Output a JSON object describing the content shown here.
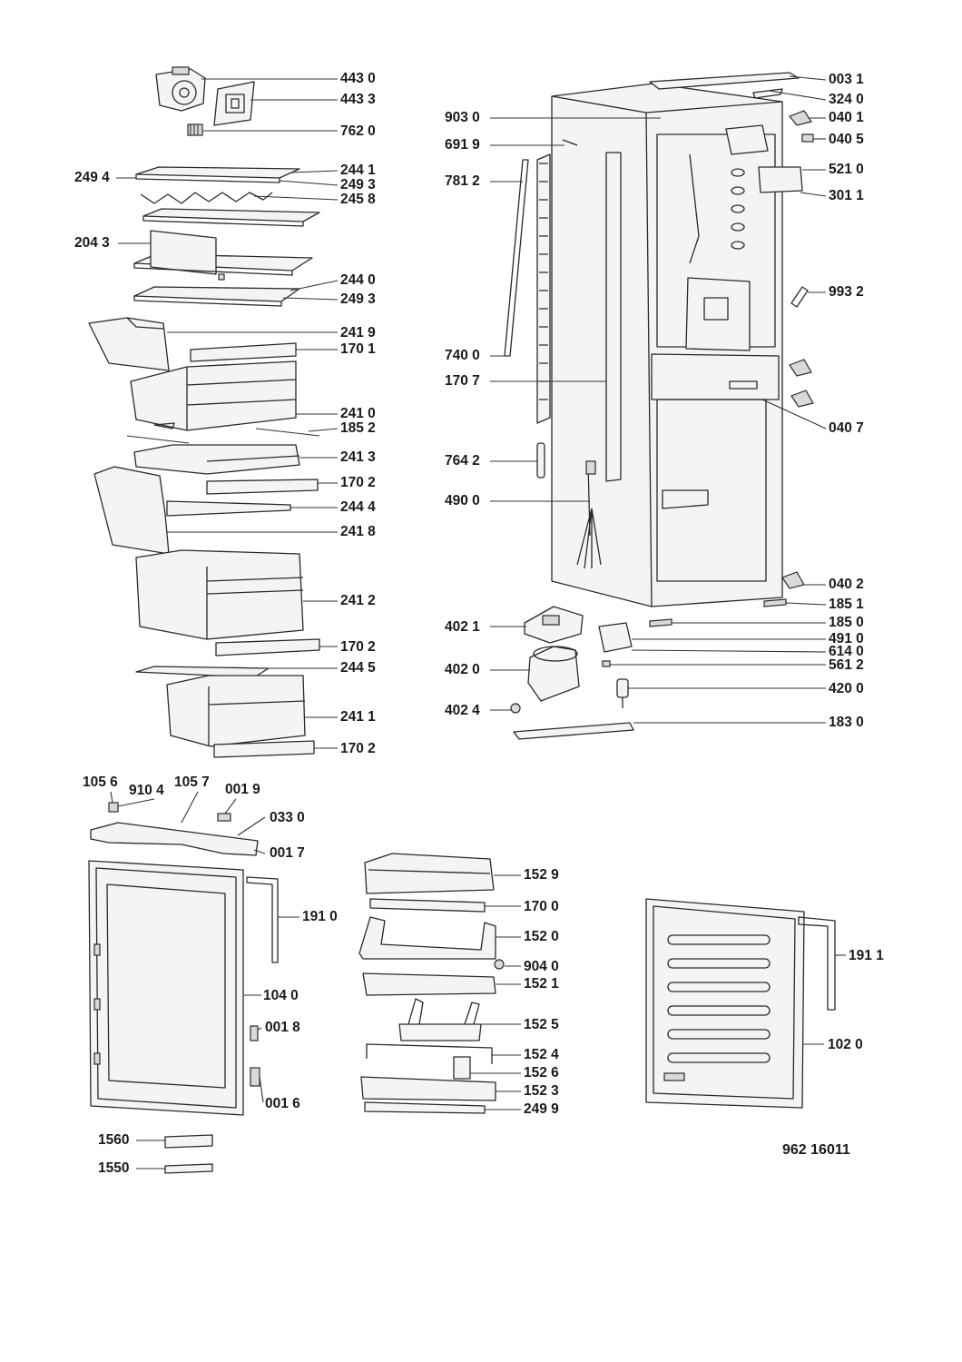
{
  "document_code": "962 16011",
  "callouts": [
    {
      "id": "c4430",
      "text": "443 0"
    },
    {
      "id": "c4433",
      "text": "443 3"
    },
    {
      "id": "c7620",
      "text": "762 0"
    },
    {
      "id": "c2494",
      "text": "249 4"
    },
    {
      "id": "c2441",
      "text": "244 1"
    },
    {
      "id": "c2493a",
      "text": "249 3"
    },
    {
      "id": "c2458",
      "text": "245 8"
    },
    {
      "id": "c2043",
      "text": "204 3"
    },
    {
      "id": "c2440",
      "text": "244 0"
    },
    {
      "id": "c2493b",
      "text": "249 3"
    },
    {
      "id": "c2419",
      "text": "241 9"
    },
    {
      "id": "c1701",
      "text": "170 1"
    },
    {
      "id": "c2410",
      "text": "241 0"
    },
    {
      "id": "c1852",
      "text": "185 2"
    },
    {
      "id": "c2413",
      "text": "241 3"
    },
    {
      "id": "c1702a",
      "text": "170 2"
    },
    {
      "id": "c2444",
      "text": "244 4"
    },
    {
      "id": "c2418",
      "text": "241 8"
    },
    {
      "id": "c2412",
      "text": "241 2"
    },
    {
      "id": "c1702b",
      "text": "170 2"
    },
    {
      "id": "c2445",
      "text": "244 5"
    },
    {
      "id": "c2411",
      "text": "241 1"
    },
    {
      "id": "c1702c",
      "text": "170 2"
    },
    {
      "id": "c0031",
      "text": "003 1"
    },
    {
      "id": "c3240",
      "text": "324 0"
    },
    {
      "id": "c9030",
      "text": "903 0"
    },
    {
      "id": "c0401",
      "text": "040 1"
    },
    {
      "id": "c6919",
      "text": "691 9"
    },
    {
      "id": "c0405",
      "text": "040 5"
    },
    {
      "id": "c5210",
      "text": "521 0"
    },
    {
      "id": "c7812",
      "text": "781 2"
    },
    {
      "id": "c3011",
      "text": "301 1"
    },
    {
      "id": "c9932",
      "text": "993 2"
    },
    {
      "id": "c7400",
      "text": "740 0"
    },
    {
      "id": "c1707",
      "text": "170 7"
    },
    {
      "id": "c0407",
      "text": "040 7"
    },
    {
      "id": "c7642",
      "text": "764 2"
    },
    {
      "id": "c4900",
      "text": "490 0"
    },
    {
      "id": "c0402",
      "text": "040 2"
    },
    {
      "id": "c1851",
      "text": "185 1"
    },
    {
      "id": "c4021",
      "text": "402 1"
    },
    {
      "id": "c1850",
      "text": "185 0"
    },
    {
      "id": "c4910",
      "text": "491 0"
    },
    {
      "id": "c6140",
      "text": "614 0"
    },
    {
      "id": "c4020",
      "text": "402 0"
    },
    {
      "id": "c5612",
      "text": "561 2"
    },
    {
      "id": "c4200",
      "text": "420 0"
    },
    {
      "id": "c4024",
      "text": "402 4"
    },
    {
      "id": "c1830",
      "text": "183 0"
    },
    {
      "id": "c1056",
      "text": "105 6"
    },
    {
      "id": "c9104",
      "text": "910 4"
    },
    {
      "id": "c1057",
      "text": "105 7"
    },
    {
      "id": "c0019",
      "text": "001 9"
    },
    {
      "id": "c0330",
      "text": "033 0"
    },
    {
      "id": "c0017",
      "text": "001 7"
    },
    {
      "id": "c1910",
      "text": "191 0"
    },
    {
      "id": "c1040",
      "text": "104 0"
    },
    {
      "id": "c0018",
      "text": "001 8"
    },
    {
      "id": "c0016",
      "text": "001 6"
    },
    {
      "id": "c1560",
      "text": "1560"
    },
    {
      "id": "c1550",
      "text": "1550"
    },
    {
      "id": "c1529",
      "text": "152 9"
    },
    {
      "id": "c1700",
      "text": "170 0"
    },
    {
      "id": "c1520",
      "text": "152 0"
    },
    {
      "id": "c9040",
      "text": "904 0"
    },
    {
      "id": "c1521",
      "text": "152 1"
    },
    {
      "id": "c1525",
      "text": "152 5"
    },
    {
      "id": "c1524",
      "text": "152 4"
    },
    {
      "id": "c1526",
      "text": "152 6"
    },
    {
      "id": "c1523",
      "text": "152 3"
    },
    {
      "id": "c2499",
      "text": "249 9"
    },
    {
      "id": "c1911",
      "text": "191 1"
    },
    {
      "id": "c1020",
      "text": "102 0"
    }
  ]
}
